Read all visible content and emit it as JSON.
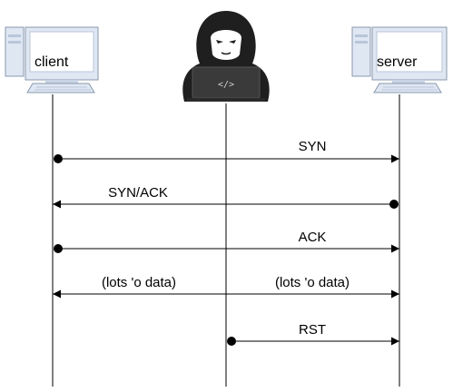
{
  "actors": {
    "client_label": "client",
    "server_label": "server",
    "attacker_screen_text": "</>"
  },
  "messages": [
    {
      "label": "SYN",
      "from": "client",
      "to": "server"
    },
    {
      "label": "SYN/ACK",
      "from": "server",
      "to": "client"
    },
    {
      "label": "ACK",
      "from": "client",
      "to": "server"
    },
    {
      "label_left": "(lots 'o data)",
      "label_right": "(lots 'o data)",
      "direction": "both"
    },
    {
      "label": "RST",
      "from": "attacker",
      "to": "server"
    }
  ],
  "colors": {
    "line": "#000000",
    "computer_fill": "#dfe7f3",
    "computer_stroke": "#8a98ad",
    "hood": "#1f1f1f",
    "laptop": "#3a3a3a"
  }
}
